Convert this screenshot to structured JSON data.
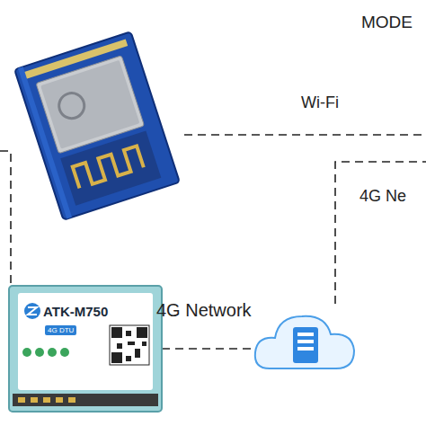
{
  "diagram": {
    "nodes": [
      {
        "text": [
          "ATK-M750",
          "4G DTU"
        ]
      }
    ],
    "labels": [
      "MODE",
      "Wi-Fi",
      "4G Ne",
      "4G Network"
    ]
  }
}
